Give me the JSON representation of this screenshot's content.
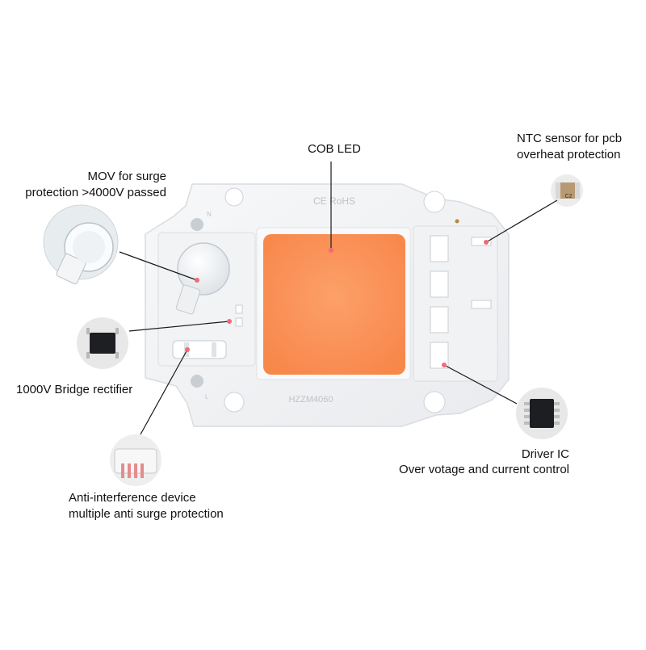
{
  "board": {
    "marking_top": "CE RoHS",
    "marking_bottom": "HZZM4060",
    "pin_top": "N",
    "pin_bottom": "L",
    "ntc_code": "C2"
  },
  "callouts": {
    "cob_led": "COB LED",
    "ntc_line1": "NTC sensor for pcb",
    "ntc_line2": "overheat protection",
    "mov_line1": "MOV for surge",
    "mov_line2": "protection >4000V passed",
    "bridge": "1000V Bridge rectifier",
    "driver_line1": "Driver IC",
    "driver_line2": "Over votage and current control",
    "anti_line1": "Anti-interference device",
    "anti_line2": "multiple anti surge protection"
  },
  "colors": {
    "led_chip": "#fb9a5a",
    "board": "#f3f4f6",
    "callout_line": "#1a1a1a",
    "marker": "#f06a7a"
  }
}
